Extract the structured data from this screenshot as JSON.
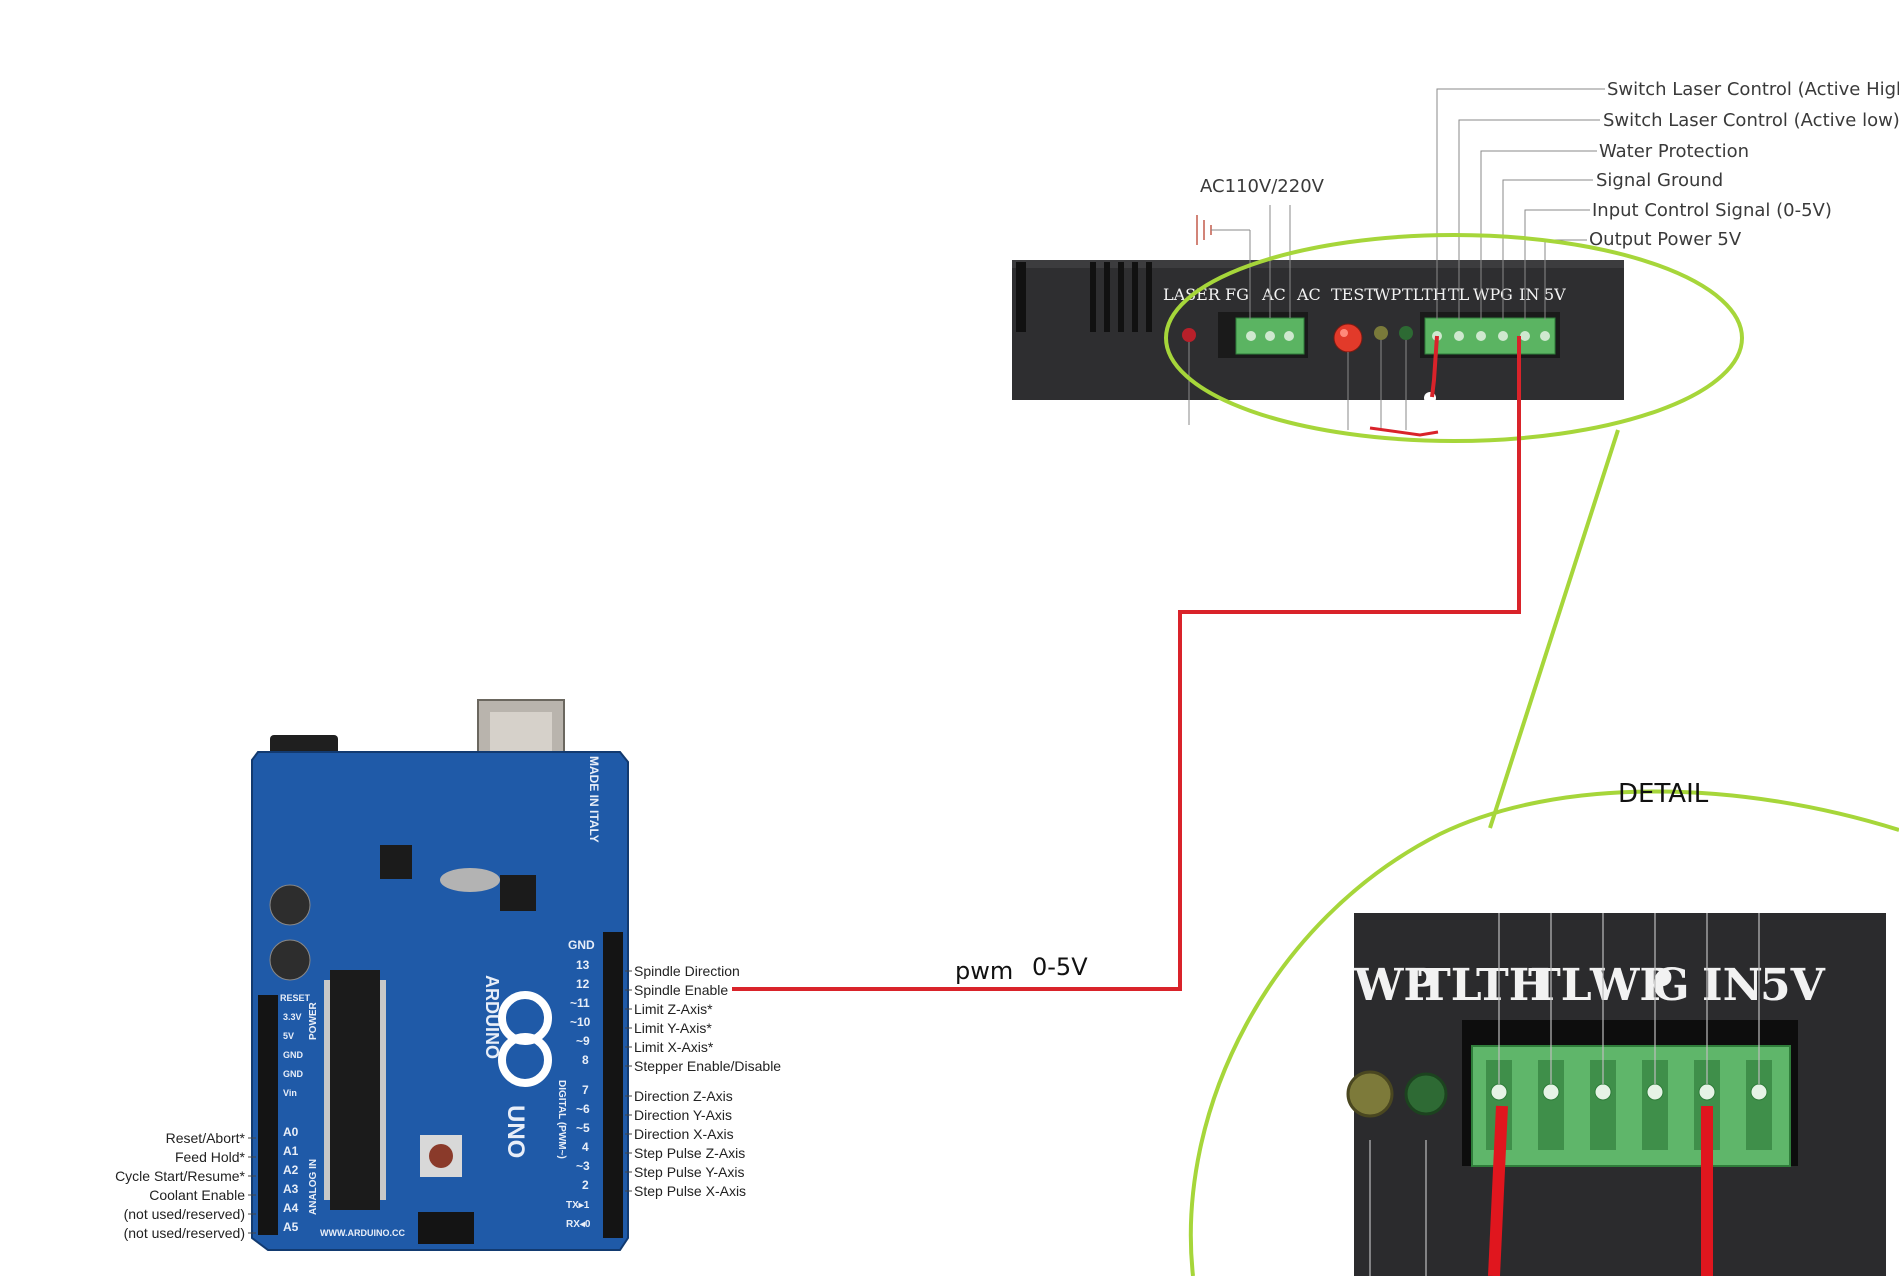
{
  "psu": {
    "ac_label": "AC110V/220V",
    "callouts": [
      "Switch Laser Control (Active High)",
      "Switch Laser Control (Active low)",
      "Water Protection",
      "Signal Ground",
      "Input Control Signal (0-5V)",
      "Output Power 5V"
    ],
    "panel_labels": [
      "LASER",
      "FG",
      "AC",
      "AC",
      "TEST",
      "WP",
      "TL",
      "TH",
      "TL",
      "WP",
      "G",
      "IN",
      "5V"
    ]
  },
  "wire": {
    "label_pwm": "pwm",
    "label_range": "0-5V",
    "color": "#d9232a"
  },
  "detail": {
    "title": "DETAIL",
    "labels": [
      "WP",
      "TL",
      "TH",
      "TL",
      "WP",
      "G",
      "IN",
      "5V"
    ],
    "outline_color": "#a6d63a"
  },
  "arduino": {
    "board_text_1": "MADE IN ITALY",
    "board_text_2": "ARDUINO",
    "board_text_3": "UNO",
    "board_text_4": "WWW.ARDUINO.CC",
    "board_text_5": "DIGITAL (PWM~)",
    "board_text_6": "POWER",
    "board_text_7": "ANALOG IN",
    "digital_pins": [
      {
        "pin": "GND",
        "label": ""
      },
      {
        "pin": "13",
        "label": "Spindle Direction"
      },
      {
        "pin": "12",
        "label": "Spindle Enable"
      },
      {
        "pin": "~11",
        "label": "Limit Z-Axis*"
      },
      {
        "pin": "~10",
        "label": "Limit Y-Axis*"
      },
      {
        "pin": "~9",
        "label": "Limit X-Axis*"
      },
      {
        "pin": "8",
        "label": "Stepper Enable/Disable"
      },
      {
        "pin": "7",
        "label": "Direction Z-Axis"
      },
      {
        "pin": "~6",
        "label": "Direction Y-Axis"
      },
      {
        "pin": "~5",
        "label": "Direction X-Axis"
      },
      {
        "pin": "4",
        "label": "Step Pulse Z-Axis"
      },
      {
        "pin": "~3",
        "label": "Step Pulse Y-Axis"
      },
      {
        "pin": "2",
        "label": "Step Pulse X-Axis"
      },
      {
        "pin": "TX▸1",
        "label": ""
      },
      {
        "pin": "RX◂0",
        "label": ""
      }
    ],
    "analog_pins": [
      {
        "pin": "A0",
        "label": "Reset/Abort*"
      },
      {
        "pin": "A1",
        "label": "Feed Hold*"
      },
      {
        "pin": "A2",
        "label": "Cycle Start/Resume*"
      },
      {
        "pin": "A3",
        "label": "Coolant Enable"
      },
      {
        "pin": "A4",
        "label": "(not used/reserved)"
      },
      {
        "pin": "A5",
        "label": "(not used/reserved)"
      }
    ],
    "power_pins": [
      "RESET",
      "3.3V",
      "5V",
      "GND",
      "GND",
      "Vin"
    ]
  }
}
